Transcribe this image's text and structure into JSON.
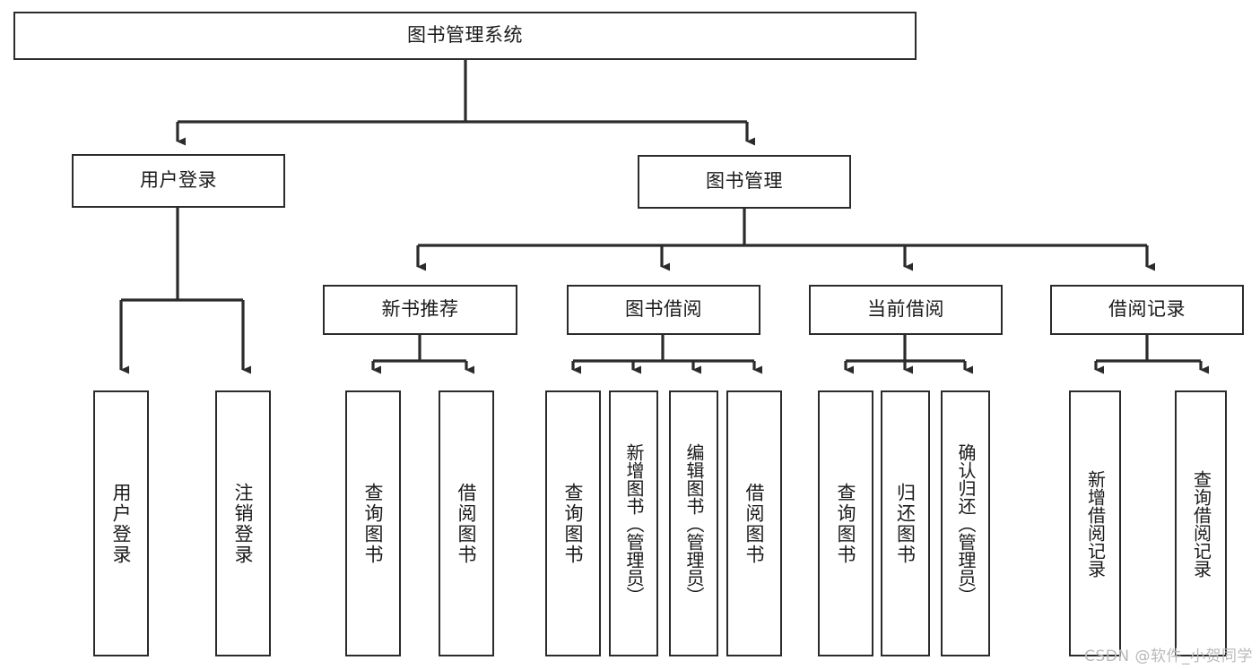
{
  "diagram": {
    "title": "图书管理系统",
    "type": "tree-structure-chart",
    "colors": {
      "background": "#ffffff",
      "stroke": "#2b2b2b",
      "text": "#1a1a1a",
      "watermark": "#b9b9b9"
    },
    "root": {
      "label": "图书管理系统"
    },
    "level2": [
      {
        "label": "用户登录"
      },
      {
        "label": "图书管理"
      }
    ],
    "level3": [
      {
        "label": "新书推荐"
      },
      {
        "label": "图书借阅"
      },
      {
        "label": "当前借阅"
      },
      {
        "label": "借阅记录"
      }
    ],
    "leaves": {
      "user_login": [
        {
          "label": "用户登录"
        },
        {
          "label": "注销登录"
        }
      ],
      "new_book": [
        {
          "label": "查询图书"
        },
        {
          "label": "借阅图书"
        }
      ],
      "book_borrow": [
        {
          "label": "查询图书"
        },
        {
          "label": "新增图书（管理员）"
        },
        {
          "label": "编辑图书（管理员）"
        },
        {
          "label": "借阅图书"
        }
      ],
      "current_borrow": [
        {
          "label": "查询图书"
        },
        {
          "label": "归还图书"
        },
        {
          "label": "确认归还（管理员）"
        }
      ],
      "borrow_record": [
        {
          "label": "新增借阅记录"
        },
        {
          "label": "查询借阅记录"
        }
      ]
    },
    "watermark": "CSDN @软件_小贺同学"
  }
}
